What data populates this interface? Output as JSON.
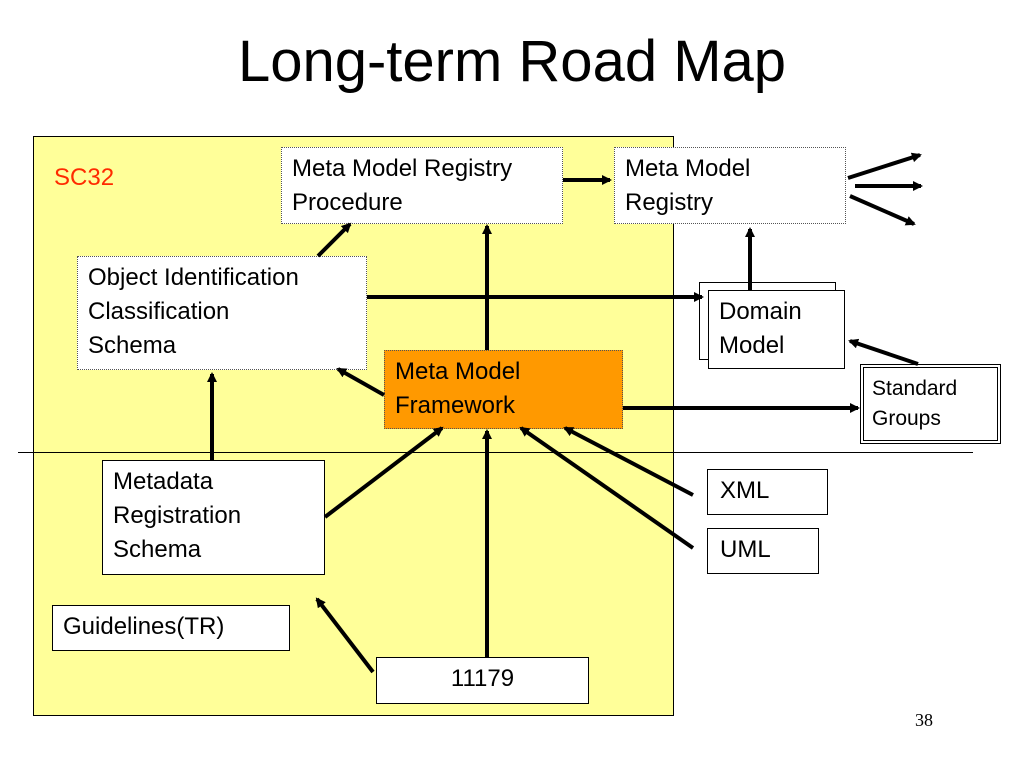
{
  "title": "Long-term Road Map",
  "page_number": "38",
  "sc32_label": "SC32",
  "boxes": {
    "mmr_procedure": "Meta Model Registry\nProcedure",
    "mm_registry": "Meta Model\nRegistry",
    "object_identification": "Object Identification\nClassification\nSchema",
    "domain_model": "Domain\nModel",
    "mm_framework": " Meta Model\nFramework",
    "standard_groups": "Standard\nGroups",
    "metadata_registration": "Metadata\nRegistration\nSchema",
    "xml": "XML",
    "uml": "UML",
    "guidelines": "Guidelines(TR)",
    "iso_11179": "11179"
  },
  "colors": {
    "sc32_area": "#ffff99",
    "sc32_label": "#ff2a00",
    "framework": "#ff9900"
  }
}
